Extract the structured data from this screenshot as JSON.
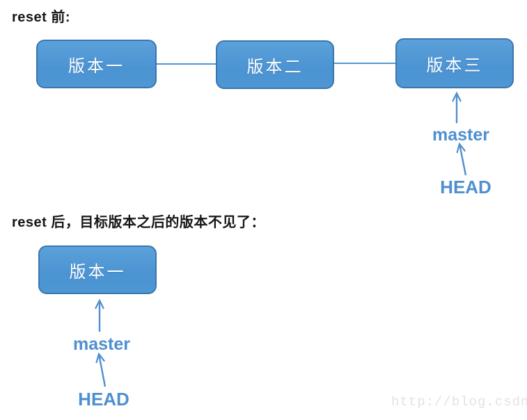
{
  "sections": {
    "before": {
      "title": "reset 前:",
      "nodes": [
        {
          "label": "版本一"
        },
        {
          "label": "版本二"
        },
        {
          "label": "版本三"
        }
      ],
      "pointers": {
        "branch": "master",
        "head": "HEAD"
      }
    },
    "after": {
      "title": "reset 后，目标版本之后的版本不见了：",
      "nodes": [
        {
          "label": "版本一"
        }
      ],
      "pointers": {
        "branch": "master",
        "head": "HEAD"
      }
    }
  },
  "watermark": {
    "text": "http://blog.csdn.ne"
  },
  "colors": {
    "node_fill": "#4e97d4",
    "node_border": "#3b76ad",
    "node_text": "#ffffff",
    "connector": "#4e97d4",
    "arrow": "#4e8fd0",
    "pointer_text": "#4e8fd0",
    "title_text": "#161616",
    "watermark_text": "#e3e3df",
    "background": "#ffffff"
  }
}
